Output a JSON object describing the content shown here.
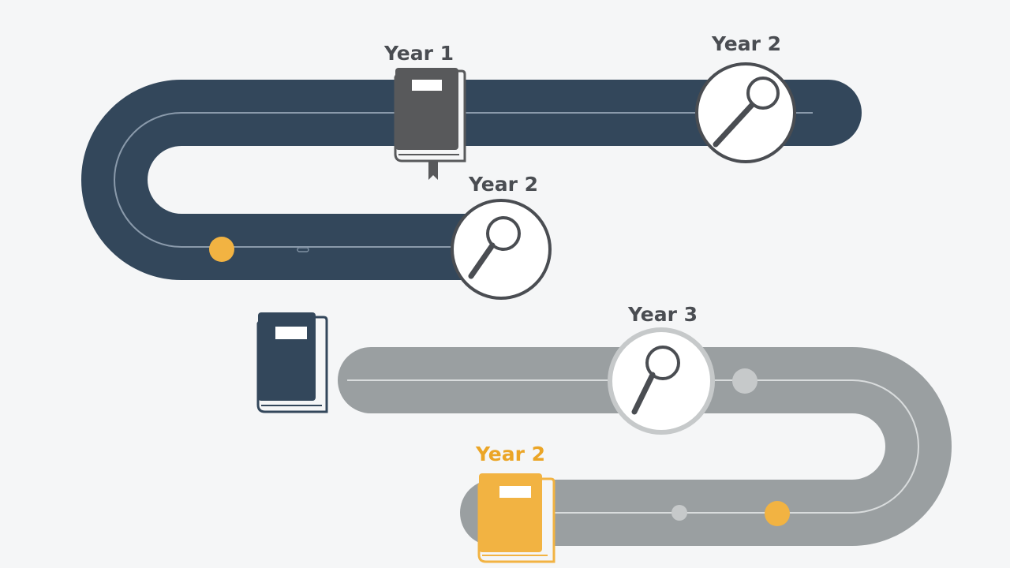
{
  "diagram": {
    "labels": [
      {
        "id": "label-year-1-top",
        "text": "Year 1",
        "color": "#4a4d52"
      },
      {
        "id": "label-year-2-top-right",
        "text": "Year 2",
        "color": "#4a4d52"
      },
      {
        "id": "label-year-2-middle",
        "text": "Year 2",
        "color": "#4a4d52"
      },
      {
        "id": "label-year-3",
        "text": "Year 3",
        "color": "#4a4d52"
      },
      {
        "id": "label-year-2-bottom",
        "text": "Year 2",
        "color": "#eba526"
      }
    ],
    "icons": [
      {
        "id": "book-icon-year-1",
        "kind": "book-icon"
      },
      {
        "id": "magnifier-icon-year-2-top",
        "kind": "magnifier-icon"
      },
      {
        "id": "magnifier-icon-year-2-middle",
        "kind": "magnifier-icon"
      },
      {
        "id": "book-icon-navy",
        "kind": "book-icon"
      },
      {
        "id": "magnifier-icon-year-3",
        "kind": "magnifier-icon"
      },
      {
        "id": "book-icon-year-2-orange",
        "kind": "book-icon"
      }
    ],
    "colors": {
      "navy_road": "#33475b",
      "gray_road": "#9a9fa1",
      "accent_orange": "#f2b342",
      "icon_gray": "#58595b",
      "background": "#f5f6f7"
    }
  }
}
